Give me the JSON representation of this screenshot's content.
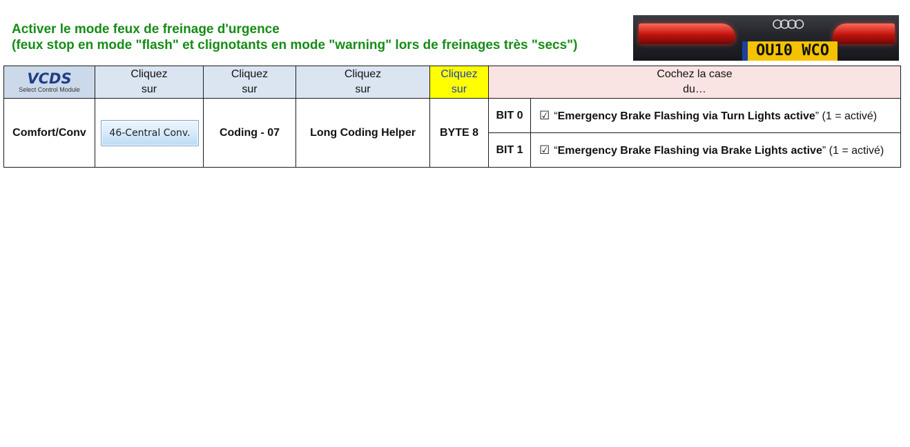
{
  "title": {
    "line1": "Activer le mode feux de freinage d'urgence",
    "line2": "(feux stop en mode \"flash\" et clignotants en mode \"warning\" lors de freinages très \"secs\")"
  },
  "car_image": {
    "plate_text": "OU10 WCO"
  },
  "header": {
    "vcds_logo": "VCDS",
    "vcds_sub": "Select Control Module",
    "col2_line1": "Cliquez",
    "col2_line2": "sur",
    "col3_line1": "Cliquez",
    "col3_line2": "sur",
    "col4_line1": "Cliquez",
    "col4_line2": "sur",
    "col5_line1": "Cliquez",
    "col5_line2": "sur",
    "col6_line1": "Cochez la case",
    "col6_line2": "du…"
  },
  "row": {
    "module": "Comfort/Conv",
    "control_button": "46-Central Conv.",
    "coding": "Coding - 07",
    "helper": "Long Coding Helper",
    "byte": "BYTE 8"
  },
  "bits": [
    {
      "bit": "BIT 0",
      "checkbox": "☑",
      "open_quote": "“",
      "label": "Emergency Brake Flashing via Turn Lights active",
      "close_quote": "”",
      "note": "(1 = activé)"
    },
    {
      "bit": "BIT 1",
      "checkbox": "☑",
      "open_quote": "“",
      "label": "Emergency Brake Flashing via Brake Lights active",
      "close_quote": "”",
      "note": "(1 = activé)"
    }
  ],
  "colors": {
    "title_green": "#168c16",
    "header_blue": "#dae5f1",
    "header_yellow": "#ffff00",
    "header_pink": "#fae3e3"
  }
}
